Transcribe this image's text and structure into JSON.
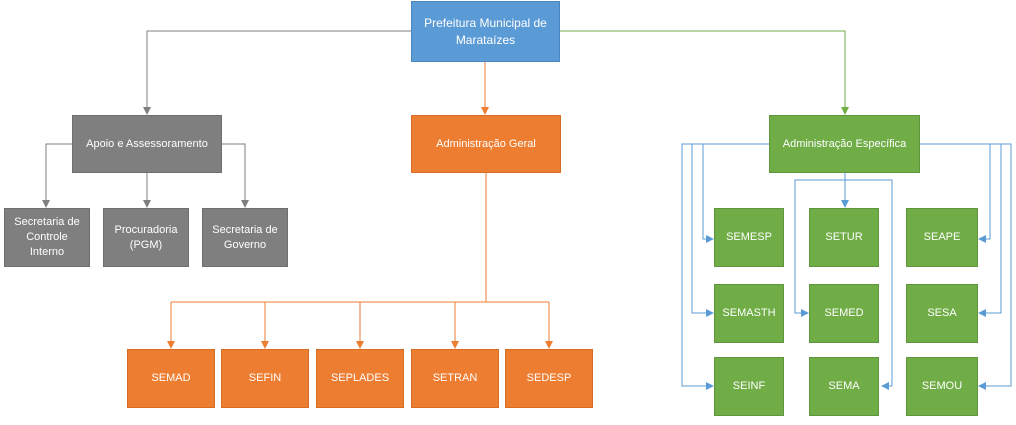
{
  "root": {
    "label": "Prefeitura Municipal de Marataízes"
  },
  "branches": {
    "support": {
      "label": "Apoio e Assessoramento",
      "children": [
        "Secretaria de Controle Interno",
        "Procuradoria (PGM)",
        "Secretaria de Governo"
      ]
    },
    "general": {
      "label": "Administração Geral",
      "children": [
        "SEMAD",
        "SEFIN",
        "SEPLADES",
        "SETRAN",
        "SEDESP"
      ]
    },
    "specific": {
      "label": "Administração Específica",
      "children": [
        "SEMESP",
        "SETUR",
        "SEAPE",
        "SEMASTH",
        "SEMED",
        "SESA",
        "SEINF",
        "SEMA",
        "SEMOU"
      ]
    }
  },
  "colors": {
    "root": "#5b9bd5",
    "support": "#7f7f7f",
    "general": "#ed7d31",
    "specific": "#70ad47",
    "specific_connector": "#5b9bd5"
  }
}
